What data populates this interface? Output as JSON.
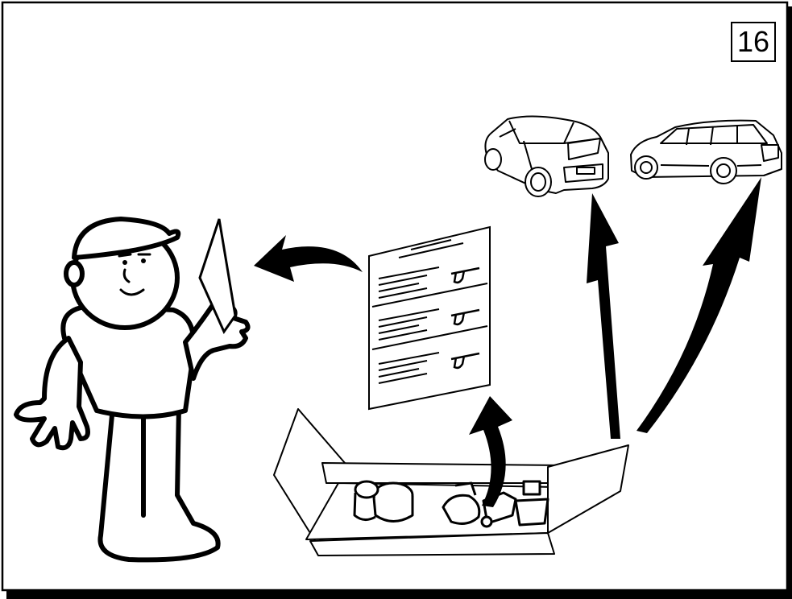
{
  "page": {
    "step_number": "16"
  },
  "figure": {
    "items": [
      {
        "id": "mechanic",
        "icon": "mechanic-icon"
      },
      {
        "id": "instruction-sheet",
        "icon": "instruction-sheet-icon"
      },
      {
        "id": "parts-box",
        "icon": "parts-box-icon"
      },
      {
        "id": "car-rear",
        "icon": "car-rear-icon"
      },
      {
        "id": "car-side",
        "icon": "car-side-icon"
      }
    ],
    "stroke_color": "#000000",
    "background_color": "#ffffff"
  }
}
